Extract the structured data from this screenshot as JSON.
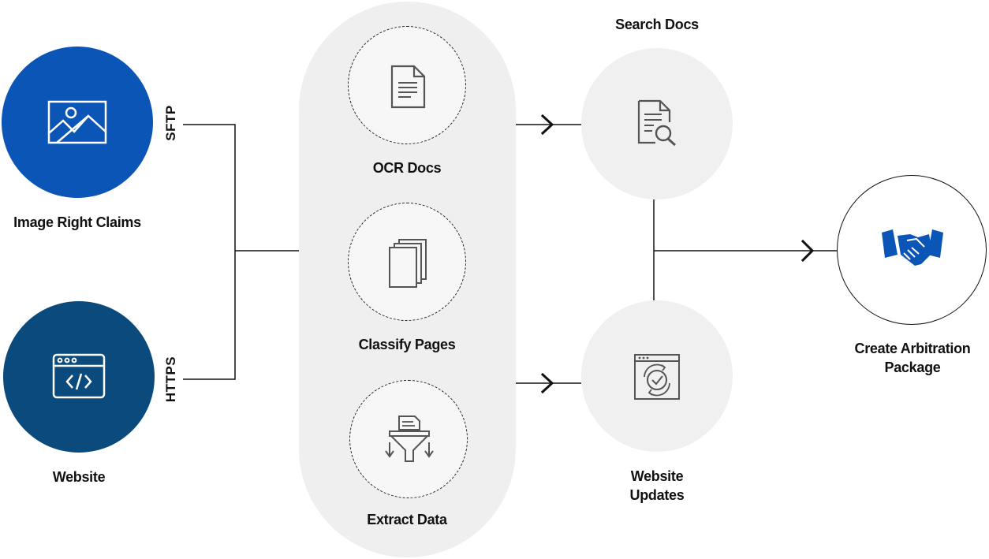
{
  "sources": [
    {
      "label": "Image Right Claims",
      "icon": "image-icon",
      "color": "#0a55b5",
      "protocol": "SFTP"
    },
    {
      "label": "Website",
      "icon": "code-browser-icon",
      "color": "#0b4a7c",
      "protocol": "HTTPS"
    }
  ],
  "processing": {
    "steps": [
      {
        "label": "OCR Docs",
        "icon": "document-icon"
      },
      {
        "label": "Classify Pages",
        "icon": "pages-stack-icon"
      },
      {
        "label": "Extract Data",
        "icon": "funnel-extract-icon"
      }
    ],
    "background": "#efefef"
  },
  "outputs": [
    {
      "label": "Search Docs",
      "icon": "search-document-icon"
    },
    {
      "label": "Website\nUpdates",
      "icon": "website-update-icon"
    }
  ],
  "final": {
    "label": "Create Arbitration\nPackage",
    "icon": "handshake-icon",
    "icon_color": "#0a55b5"
  }
}
